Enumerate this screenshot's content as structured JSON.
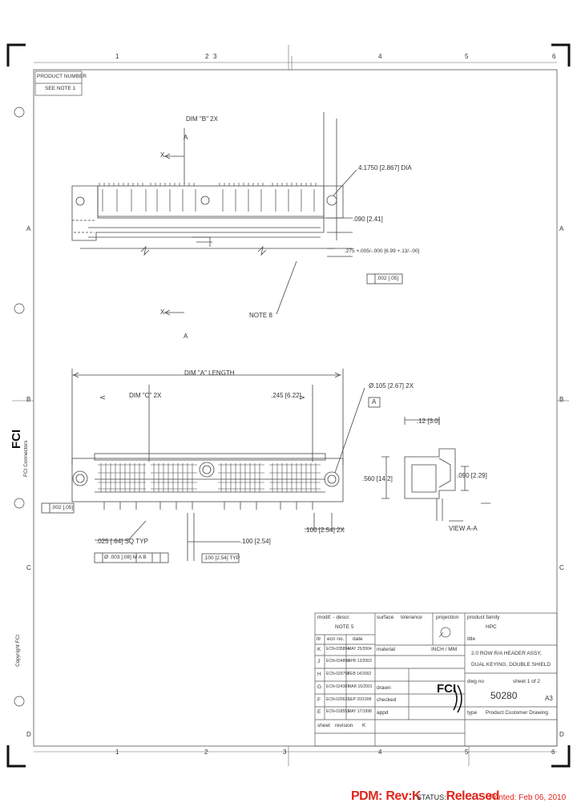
{
  "grid": {
    "top_columns": [
      "1",
      "2",
      "3",
      "4",
      "5",
      "6"
    ],
    "bottom_columns": [
      "1",
      "2",
      "3",
      "4",
      "5",
      "6"
    ],
    "left_rows": [
      "A",
      "B",
      "C",
      "D"
    ],
    "right_rows": [
      "A",
      "B",
      "C",
      "D"
    ]
  },
  "product_box": {
    "header": "PRODUCT NUMBER",
    "value": "SEE NOTE 1"
  },
  "top_view": {
    "dim_ref": "DIM \"B\" 2X",
    "section_markers": [
      "X",
      "X"
    ],
    "section_letters": [
      "A",
      "A"
    ],
    "hole_callout": "4.1750 [2.867] DIA",
    "thickness": ".090 [2.41]",
    "tolerance": ".275 +.005/-.000 [6.99 +.13/-.00]",
    "flatness": ".002 [.05]",
    "note_ref": "NOTE 8"
  },
  "front_view": {
    "overall_length": "DIM \"A\" LENGTH",
    "dim_c": "DIM \"C\" 2X",
    "offset": ".245 [6.22]",
    "hole_callout": "Ø.105 [2.67] 2X",
    "datum": "A",
    "flatness": ".002 [.05]",
    "pitch": ".100 [2.54] 2X",
    "pin_size": ".025 [.64] SQ TYP",
    "position_tol": "Ø .003 [.08] M A B",
    "spacing": ".100 [2.54]",
    "row_spacing": ".100 [2.54] TYP"
  },
  "side_view": {
    "dim_top": ".12 [3.0]",
    "dim_height": ".560 [14.2]",
    "dim_right": ".090 [2.29]",
    "section_label": "VIEW A-A"
  },
  "left_margin": {
    "logo": "FCI",
    "company": "FCI Connectors",
    "copyright": "Copyright FCI"
  },
  "title_block": {
    "modification": "modif. - descr.",
    "note": "NOTE 5",
    "revisions": [
      {
        "ltr": "K",
        "ecn": "ECN-035894",
        "date": "MAY 25/2004"
      },
      {
        "ltr": "J",
        "ecn": "ECN-034896",
        "date": "APR 12/2003"
      },
      {
        "ltr": "H",
        "ecn": "ECN-029758",
        "date": "FEB 14/2002"
      },
      {
        "ltr": "G",
        "ecn": "ECN-024387",
        "date": "MAR 15/2001"
      },
      {
        "ltr": "F",
        "ecn": "ECN-020631",
        "date": "SEP 20/1999"
      },
      {
        "ltr": "E",
        "ecn": "ECN-018553",
        "date": "MAY 17/1998"
      }
    ],
    "col_ltr": "ltr",
    "col_ecn": "ecn no.",
    "col_date": "date",
    "surface": "surface",
    "tolerance": "tolerance",
    "projection": "projection",
    "material": "material",
    "dwn": "drawn",
    "chk": "checked",
    "appd": "appd",
    "units": "INCH / MM",
    "product_family": "product family",
    "family_value": "HPC",
    "title": "title",
    "title_line1": "2.0 ROW R/A HEADER ASSY,",
    "title_line2": "DUAL KEYING, DOUBLE SHIELD",
    "dwg_no_label": "dwg no",
    "dwg_no": "50280",
    "sheet_label": "sheet 1 of 2",
    "size": "A3",
    "type_label": "type",
    "type_value": "Product Customer Drawing",
    "sheet": "sheet",
    "revision": "revision",
    "revision_value": "K",
    "logo": "FCI"
  },
  "footer": {
    "pdm_label": "PDM:",
    "pdm_rev": "Rev:K",
    "status_label": "STATUS:",
    "status_value": "Released",
    "printed": "Printed: Feb 06, 2010"
  }
}
